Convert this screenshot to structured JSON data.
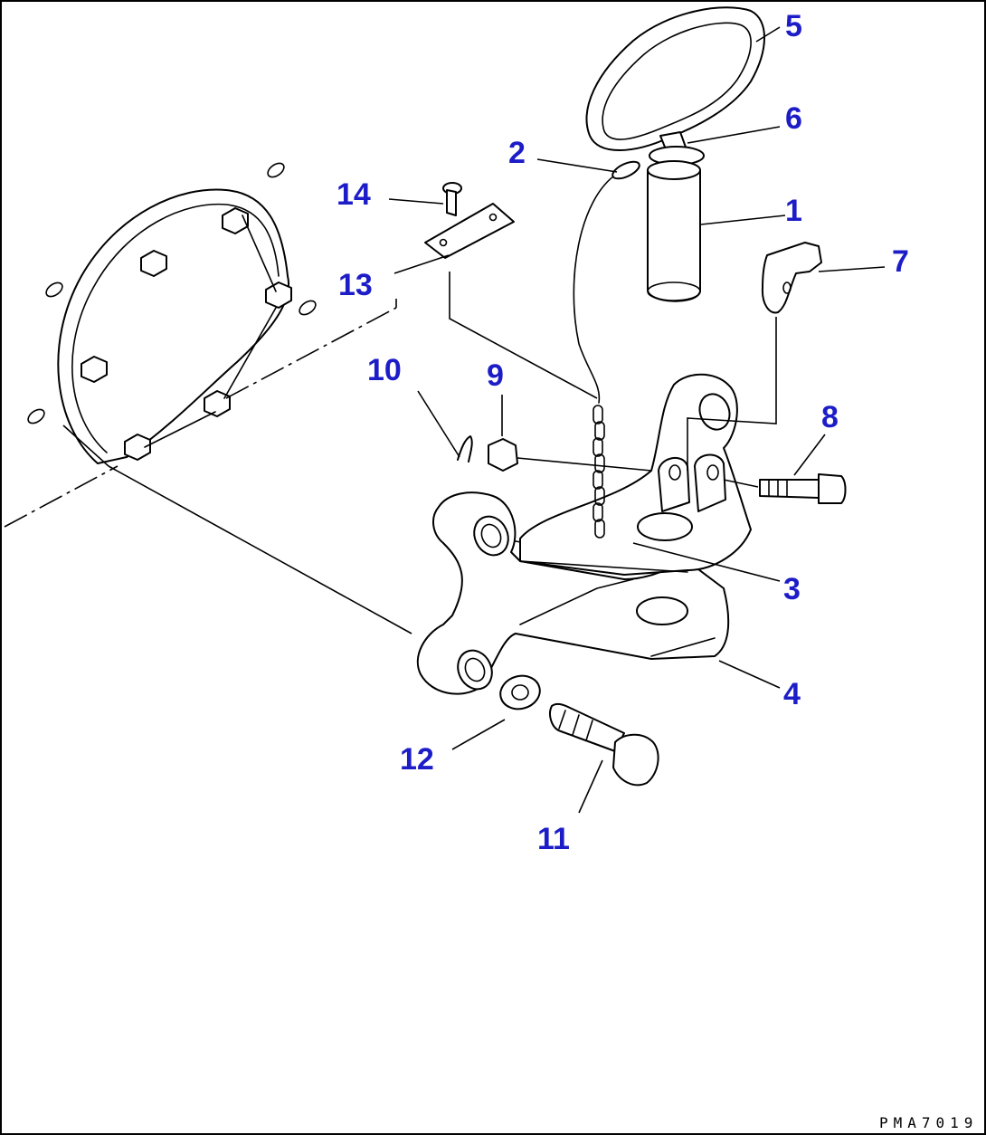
{
  "diagram": {
    "callouts": [
      "1",
      "2",
      "3",
      "4",
      "5",
      "6",
      "7",
      "8",
      "9",
      "10",
      "11",
      "12",
      "13",
      "14"
    ],
    "drawing_number": "PMA7019",
    "colors": {
      "callout": "#1d1dc8",
      "line": "#000000",
      "background": "#ffffff"
    }
  }
}
